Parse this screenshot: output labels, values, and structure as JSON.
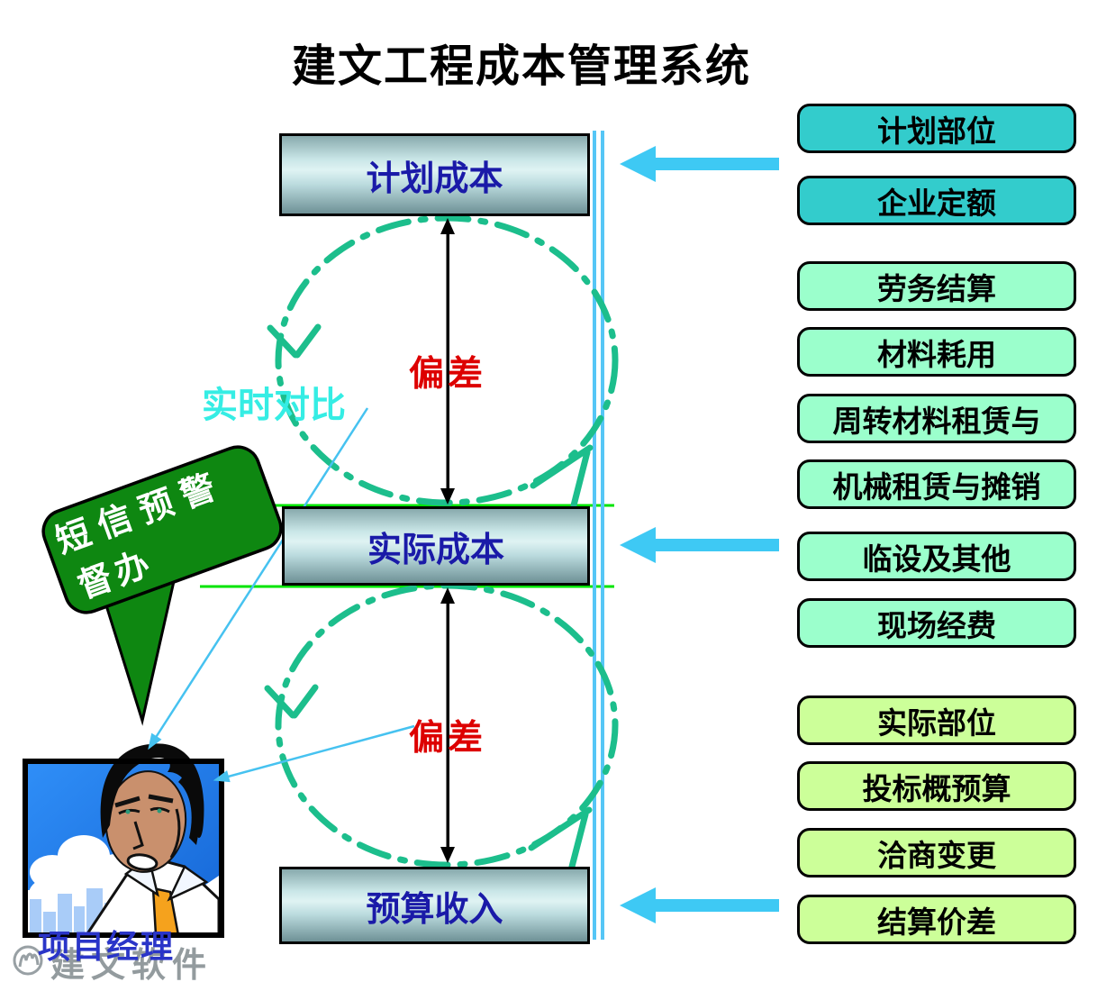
{
  "title": "建文工程成本管理系统",
  "flow": {
    "plan_cost": "计划成本",
    "actual_cost": "实际成本",
    "budget_income": "预算收入",
    "deviation_top": "偏差",
    "deviation_bottom": "偏差",
    "realtime_compare": "实时对比",
    "sms_alert_line1": "短信预警",
    "sms_alert_line2": "督办",
    "project_manager": "项目经理",
    "watermark": "建文软件"
  },
  "right_panel": {
    "plan_group": [
      "计划部位",
      "企业定额"
    ],
    "cost_group": [
      "劳务结算",
      "材料耗用",
      "周转材料租赁与",
      "机械租赁与摊销",
      "临设及其他",
      "现场经费"
    ],
    "income_group": [
      "实际部位",
      "投标概预算",
      "洽商变更",
      "结算价差"
    ]
  },
  "colors": {
    "teal_box": "#33cccc",
    "mint_box": "#9bffcc",
    "lime_box": "#ccff99",
    "bubble_green": "#0e8711",
    "circle_green": "#1cbe8c",
    "bright_green_line": "#00e400",
    "cyan_block_arrow": "#3ec9f4",
    "aqua_text": "#35ede4",
    "deviation_red": "#dd0000",
    "navy_text": "#1a1aa8"
  }
}
